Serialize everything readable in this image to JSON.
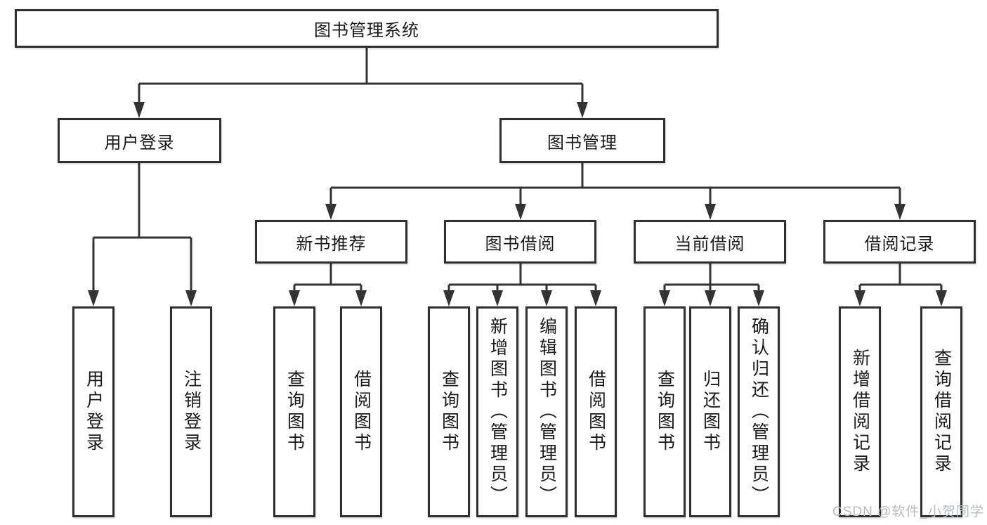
{
  "diagram": {
    "root": {
      "label": "图书管理系统"
    },
    "level2": [
      {
        "label": "用户登录"
      },
      {
        "label": "图书管理"
      }
    ],
    "level3": [
      {
        "label": "新书推荐",
        "parent": "图书管理"
      },
      {
        "label": "图书借阅",
        "parent": "图书管理"
      },
      {
        "label": "当前借阅",
        "parent": "图书管理"
      },
      {
        "label": "借阅记录",
        "parent": "图书管理"
      }
    ],
    "leaves": [
      {
        "label": "用户登录",
        "parent": "用户登录"
      },
      {
        "label": "注销登录",
        "parent": "用户登录"
      },
      {
        "label": "查询图书",
        "parent": "新书推荐"
      },
      {
        "label": "借阅图书",
        "parent": "新书推荐"
      },
      {
        "label": "查询图书",
        "parent": "图书借阅"
      },
      {
        "label": "新增图书（管理员）",
        "parent": "图书借阅"
      },
      {
        "label": "编辑图书（管理员）",
        "parent": "图书借阅"
      },
      {
        "label": "借阅图书",
        "parent": "图书借阅"
      },
      {
        "label": "查询图书",
        "parent": "当前借阅"
      },
      {
        "label": "归还图书",
        "parent": "当前借阅"
      },
      {
        "label": "确认归还（管理员）",
        "parent": "当前借阅"
      },
      {
        "label": "新增借阅记录",
        "parent": "借阅记录"
      },
      {
        "label": "查询借阅记录",
        "parent": "借阅记录"
      }
    ]
  },
  "watermark": "CSDN @软件_小贺同学",
  "colors": {
    "line": "#333333",
    "box_border": "#2f2f2f",
    "text": "#1a1a1a",
    "watermark": "#b6bac0",
    "background": "#ffffff"
  }
}
